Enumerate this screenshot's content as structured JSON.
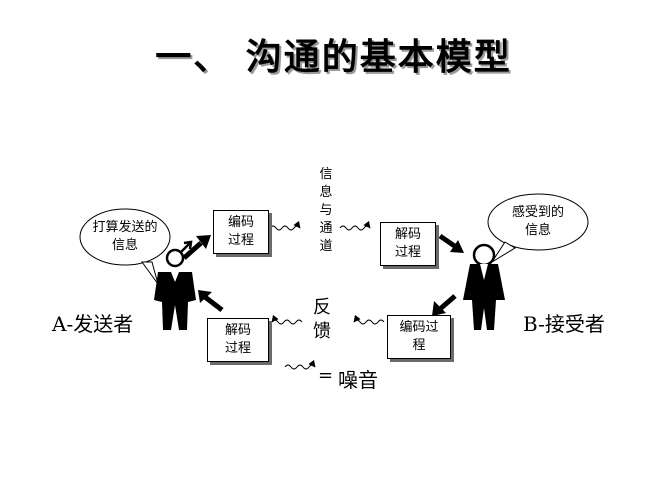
{
  "title": "一、 沟通的基本模型",
  "sender": {
    "label": "A-发送者",
    "thought": "打算发送的\n信息"
  },
  "receiver": {
    "label": "B-接受者",
    "thought": "感受到的\n信息"
  },
  "boxes": {
    "sender_encode": "编码\n过程",
    "receiver_decode": "解码\n过程",
    "receiver_encode": "编码过\n程",
    "sender_decode": "解码\n过程"
  },
  "channel": "信息与通道",
  "feedback": "反馈",
  "legend": {
    "equals": "=",
    "noise": "噪音"
  }
}
